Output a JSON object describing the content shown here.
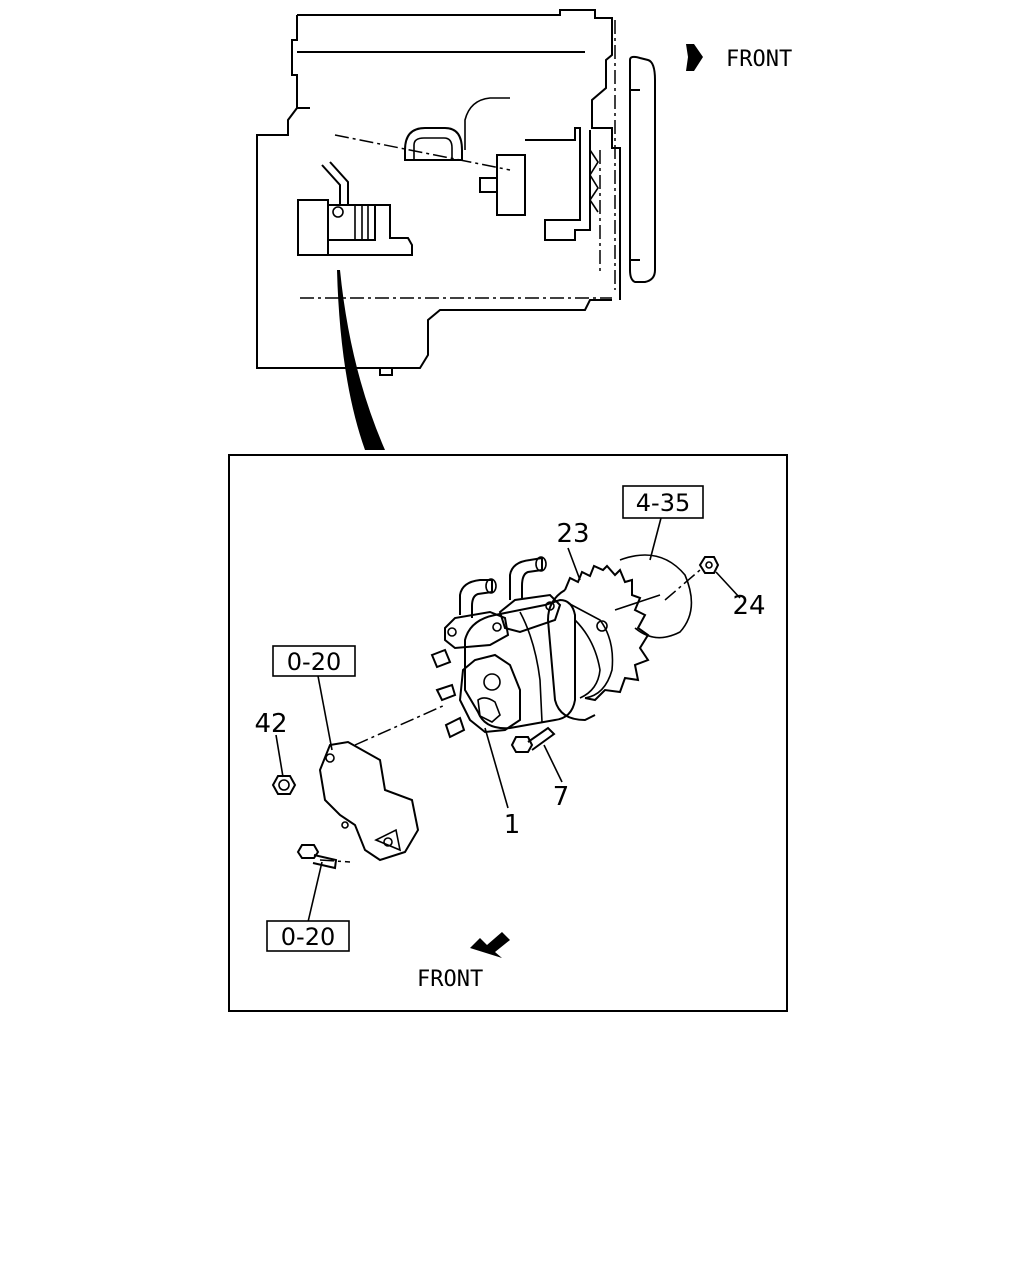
{
  "overview": {
    "front_label": "FRONT"
  },
  "detail": {
    "front_label": "FRONT",
    "callouts": {
      "part_1": "1",
      "part_7": "7",
      "part_23": "23",
      "part_24": "24",
      "part_42": "42",
      "ref_4_35": "4-35",
      "ref_0_20_upper": "0-20",
      "ref_0_20_lower": "0-20"
    }
  }
}
